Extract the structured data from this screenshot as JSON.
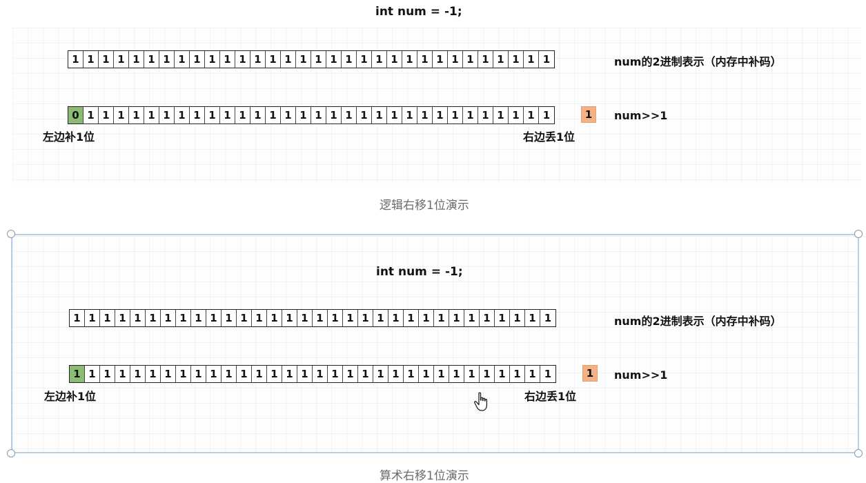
{
  "colors": {
    "fill_bit": "#8bbb74",
    "dropped_bit": "#f4b183",
    "selection": "#b8cde6"
  },
  "logical": {
    "title": "int num = -1;",
    "row1_bits": [
      "1",
      "1",
      "1",
      "1",
      "1",
      "1",
      "1",
      "1",
      "1",
      "1",
      "1",
      "1",
      "1",
      "1",
      "1",
      "1",
      "1",
      "1",
      "1",
      "1",
      "1",
      "1",
      "1",
      "1",
      "1",
      "1",
      "1",
      "1",
      "1",
      "1",
      "1",
      "1"
    ],
    "row1_label": "num的2进制表示（内存中补码）",
    "row2_bits": [
      "0",
      "1",
      "1",
      "1",
      "1",
      "1",
      "1",
      "1",
      "1",
      "1",
      "1",
      "1",
      "1",
      "1",
      "1",
      "1",
      "1",
      "1",
      "1",
      "1",
      "1",
      "1",
      "1",
      "1",
      "1",
      "1",
      "1",
      "1",
      "1",
      "1",
      "1",
      "1"
    ],
    "dropped_bit": "1",
    "row2_label": "num>>1",
    "left_note": "左边补1位",
    "right_note": "右边丢1位",
    "caption": "逻辑右移1位演示"
  },
  "arithmetic": {
    "title": "int num = -1;",
    "row1_bits": [
      "1",
      "1",
      "1",
      "1",
      "1",
      "1",
      "1",
      "1",
      "1",
      "1",
      "1",
      "1",
      "1",
      "1",
      "1",
      "1",
      "1",
      "1",
      "1",
      "1",
      "1",
      "1",
      "1",
      "1",
      "1",
      "1",
      "1",
      "1",
      "1",
      "1",
      "1",
      "1"
    ],
    "row1_label": "num的2进制表示（内存中补码）",
    "row2_bits": [
      "1",
      "1",
      "1",
      "1",
      "1",
      "1",
      "1",
      "1",
      "1",
      "1",
      "1",
      "1",
      "1",
      "1",
      "1",
      "1",
      "1",
      "1",
      "1",
      "1",
      "1",
      "1",
      "1",
      "1",
      "1",
      "1",
      "1",
      "1",
      "1",
      "1",
      "1",
      "1"
    ],
    "dropped_bit": "1",
    "row2_label": "num>>1",
    "left_note": "左边补1位",
    "right_note": "右边丢1位",
    "caption": "算术右移1位演示"
  }
}
